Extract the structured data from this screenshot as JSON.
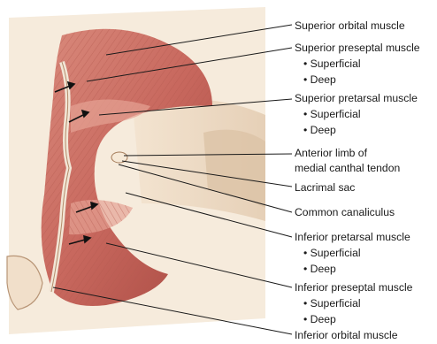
{
  "diagram": {
    "labels": [
      {
        "id": "superior-orbital",
        "text": "Superior orbital muscle",
        "subitems": []
      },
      {
        "id": "superior-preseptal",
        "text": "Superior preseptal muscle",
        "subitems": [
          "• Superficial",
          "• Deep"
        ]
      },
      {
        "id": "superior-pretarsal",
        "text": "Superior pretarsal muscle",
        "subitems": [
          "• Superficial",
          "• Deep"
        ]
      },
      {
        "id": "anterior-limb",
        "text": "Anterior limb of",
        "text2": "medial canthal tendon",
        "subitems": []
      },
      {
        "id": "lacrimal-sac",
        "text": "Lacrimal sac",
        "subitems": []
      },
      {
        "id": "common-canaliculus",
        "text": "Common canaliculus",
        "subitems": []
      },
      {
        "id": "inferior-pretarsal",
        "text": "Inferior pretarsal muscle",
        "subitems": [
          "• Superficial",
          "• Deep"
        ]
      },
      {
        "id": "inferior-preseptal",
        "text": "Inferior preseptal muscle",
        "subitems": [
          "• Superficial",
          "• Deep"
        ]
      },
      {
        "id": "inferior-orbital",
        "text": "Inferior orbital muscle",
        "subitems": []
      }
    ],
    "colors": {
      "muscle": "#c8685e",
      "muscle_dark": "#9c3f38",
      "muscle_light": "#e6a294",
      "skin": "#efd9c2",
      "bone": "#e9dcc8",
      "leader": "#1a1a1a"
    }
  }
}
